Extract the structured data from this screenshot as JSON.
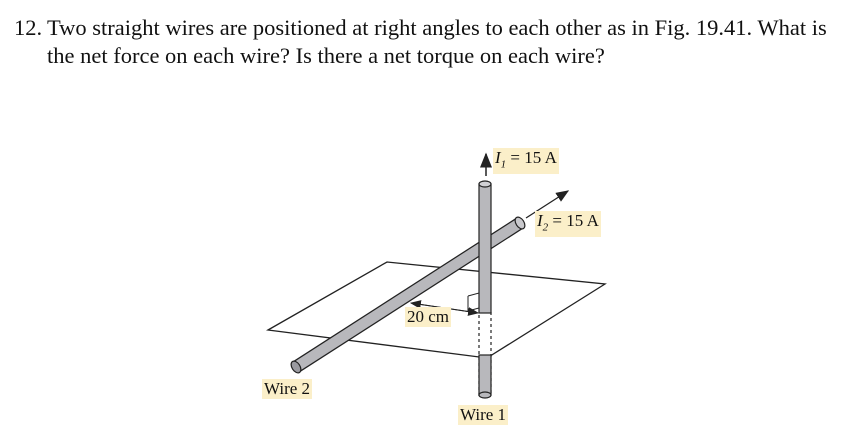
{
  "question": {
    "number": "12.",
    "text": "Two straight wires are positioned at right angles to each other as in Fig. 19.41. What is the net force on each wire? Is there a net torque on each wire?"
  },
  "figure": {
    "current1_symbol": "I",
    "current1_sub": "1",
    "current1_value": " = 15 A",
    "current2_symbol": "I",
    "current2_sub": "2",
    "current2_value": " = 15 A",
    "distance_label": "20 cm",
    "wire1_label": "Wire 1",
    "wire2_label": "Wire 2",
    "label_highlight_color": "#fbefc9",
    "wire_color": "#b8b8bc"
  }
}
